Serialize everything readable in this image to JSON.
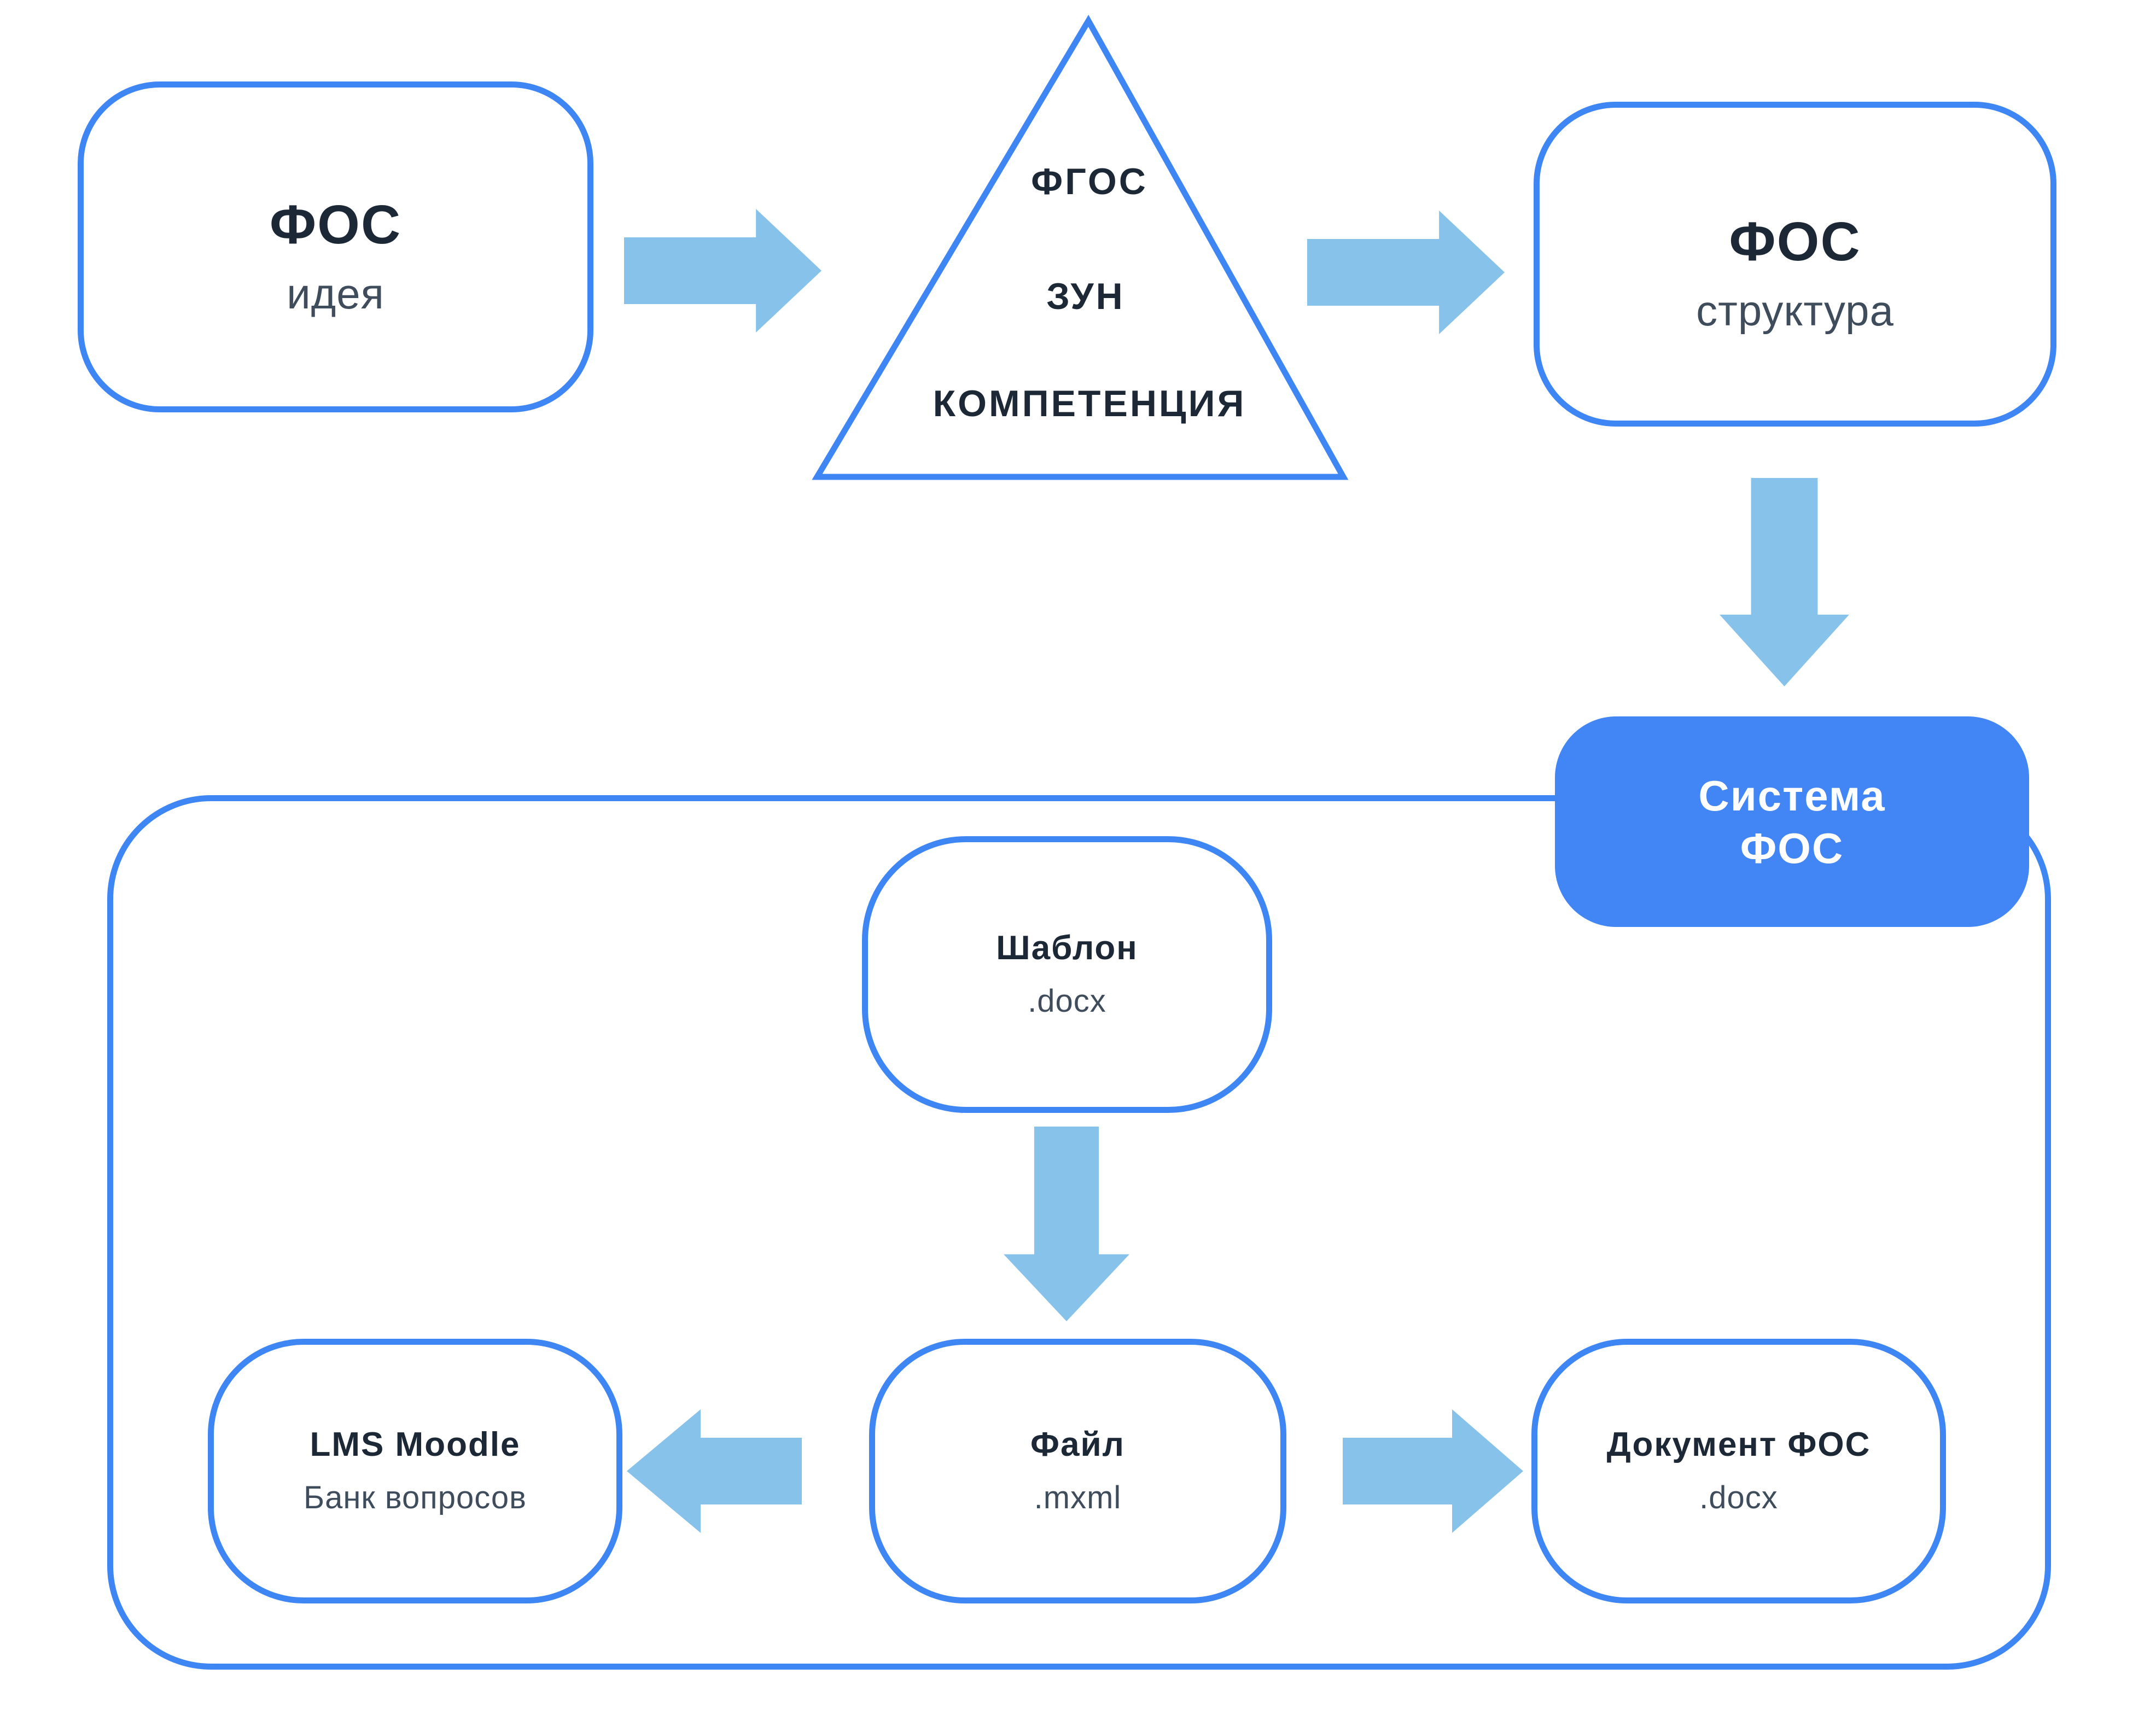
{
  "palette": {
    "node_border_blue": "#3f86f5",
    "system_fill_blue": "#4285f4",
    "arrow_light_blue": "#87c2ea",
    "title_text_dark": "#1c2836",
    "subtitle_text_slate": "#3f4c5c",
    "background": "#ffffff"
  },
  "diagram": {
    "fos_idea": {
      "title": "ФОС",
      "subtitle": "идея"
    },
    "pyramid": {
      "levels": [
        "ФГОС",
        "ЗУН",
        "КОМПЕТЕНЦИЯ"
      ]
    },
    "fos_structure": {
      "title": "ФОС",
      "subtitle": "структура"
    },
    "system_fos": {
      "lines": [
        "Система",
        "ФОС"
      ]
    },
    "template": {
      "title": "Шаблон",
      "subtitle": ".docx"
    },
    "file": {
      "title": "Файл",
      "subtitle": ".mxml"
    },
    "lms": {
      "title": "LMS Moodle",
      "subtitle": "Банк вопросов"
    },
    "document": {
      "title": "Документ ФОС",
      "subtitle": ".docx"
    }
  }
}
